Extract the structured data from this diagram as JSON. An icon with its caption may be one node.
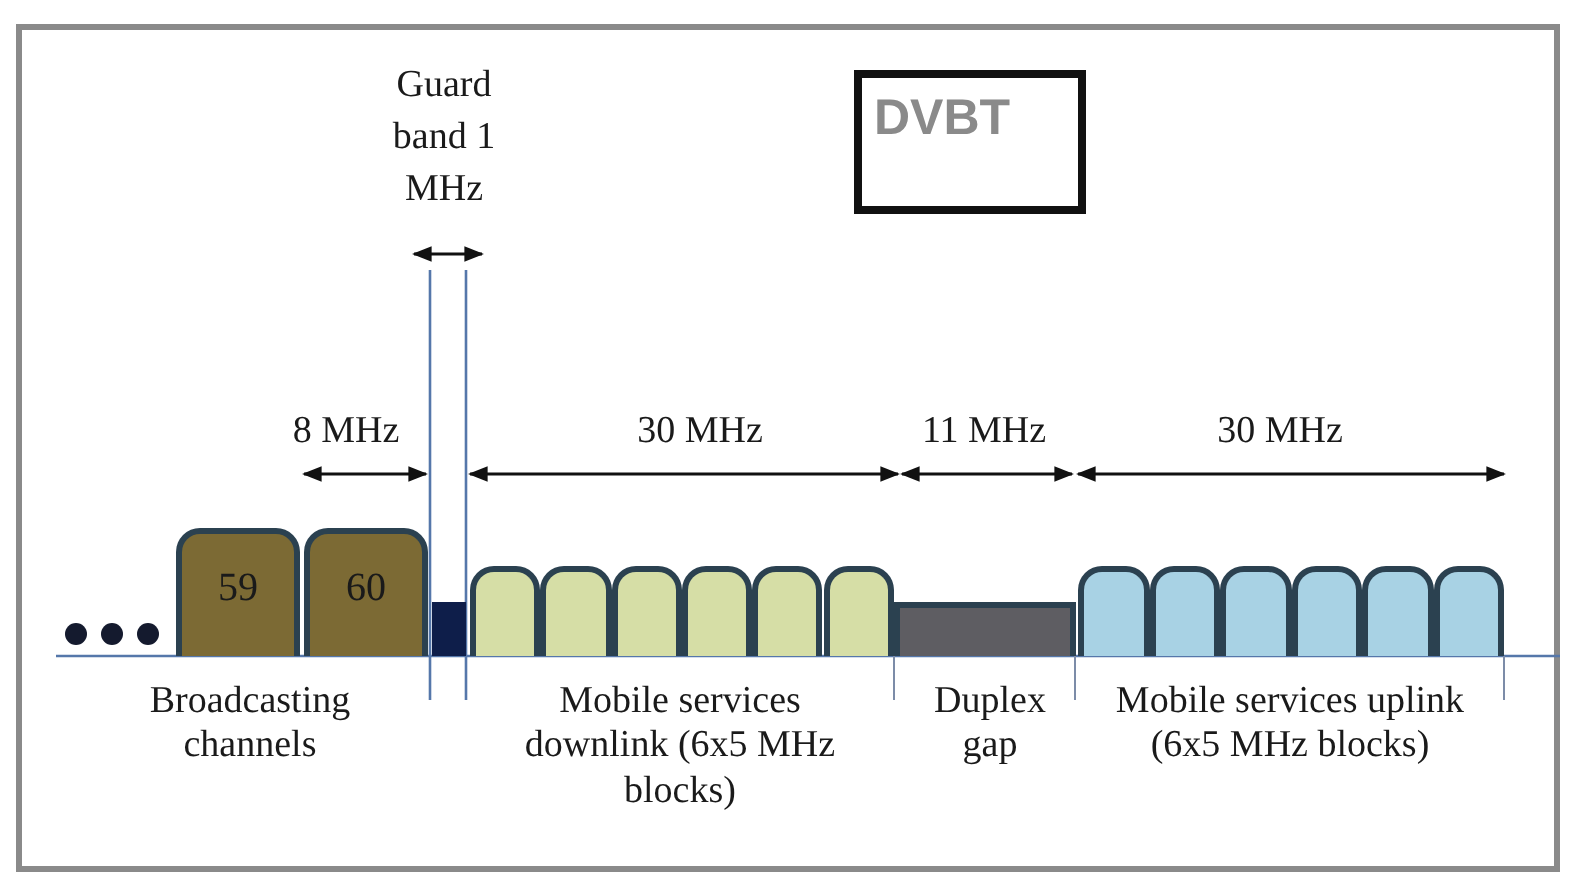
{
  "diagram": {
    "nodes": [
      {
        "text": [
          "DVBT"
        ]
      },
      {
        "text": [
          "59"
        ]
      },
      {
        "text": [
          "60"
        ]
      },
      {
        "text": [],
        "shape": "bar"
      },
      {
        "text": [],
        "shape": "box"
      },
      {
        "text": [],
        "shape": "box"
      },
      {
        "text": [],
        "shape": "box"
      },
      {
        "text": [],
        "shape": "box"
      },
      {
        "text": [],
        "shape": "box"
      },
      {
        "text": [],
        "shape": "box"
      },
      {
        "text": [],
        "shape": "bar"
      },
      {
        "text": [],
        "shape": "box"
      },
      {
        "text": [],
        "shape": "box"
      },
      {
        "text": [],
        "shape": "box"
      },
      {
        "text": [],
        "shape": "box"
      },
      {
        "text": [],
        "shape": "box"
      },
      {
        "text": [],
        "shape": "box"
      }
    ],
    "edges": [],
    "labels": [
      "Guard band 1 MHz",
      "8 MHz",
      "30 MHz",
      "11 MHz",
      "30 MHz",
      "Broadcasting channels",
      "Mobile services downlink (6x5 MHz blocks)",
      "Duplex gap",
      "Mobile services uplink (6x5 MHz blocks)"
    ]
  }
}
